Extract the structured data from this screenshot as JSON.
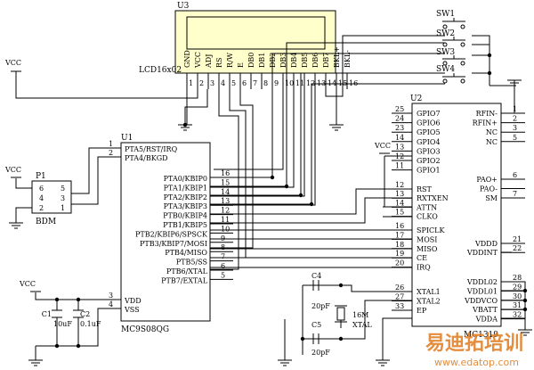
{
  "refs": {
    "u3": "U3",
    "u1": "U1",
    "u2": "U2",
    "p1": "P1",
    "c1": "C1",
    "c2": "C2",
    "c4": "C4",
    "c5": "C5",
    "sw1": "SW1",
    "sw2": "SW2",
    "sw3": "SW3",
    "sw4": "SW4"
  },
  "values": {
    "lcd": "LCD16x02",
    "u1": "MC9S08QG",
    "u2": "MC1319",
    "bdm": "BDM",
    "c1": "10uF",
    "c2": "0.1uF",
    "c4": "20pF",
    "c5": "20pF",
    "xtal_freq": "16M",
    "xtal": "XTAL"
  },
  "power": {
    "vcc": "VCC"
  },
  "lcd_pins": [
    {
      "name": "GND",
      "num": "1"
    },
    {
      "name": "VCC",
      "num": "2"
    },
    {
      "name": "ADJ",
      "num": "3"
    },
    {
      "name": "RS",
      "num": "4"
    },
    {
      "name": "R/W",
      "num": "5"
    },
    {
      "name": "E",
      "num": "6"
    },
    {
      "name": "DB0",
      "num": "7"
    },
    {
      "name": "DB1",
      "num": "8"
    },
    {
      "name": "DB2",
      "num": "9"
    },
    {
      "name": "DB3",
      "num": "10"
    },
    {
      "name": "DB4",
      "num": "11"
    },
    {
      "name": "DB5",
      "num": "12"
    },
    {
      "name": "DB6",
      "num": "13"
    },
    {
      "name": "DB7",
      "num": "14"
    },
    {
      "name": "BKL+",
      "num": "15"
    },
    {
      "name": "BKL-",
      "num": "16"
    }
  ],
  "u1_top_pins": [
    {
      "name": "PTA5/RST/IRQ",
      "num": "1"
    },
    {
      "name": "PTA4/BKGD",
      "num": "2"
    }
  ],
  "u1_right_pins": [
    {
      "name": "PTA0/KBIP0",
      "num": "16"
    },
    {
      "name": "PTA1/KBIP1",
      "num": "15"
    },
    {
      "name": "PTA2/KBIP2",
      "num": "14"
    },
    {
      "name": "PTA3/KBIP3",
      "num": "13"
    },
    {
      "name": "PTB0/KBIP4",
      "num": "12"
    },
    {
      "name": "PTB1/KBIP5",
      "num": "11"
    },
    {
      "name": "PTB2/KBIP6/SPSCK",
      "num": "10"
    },
    {
      "name": "PTB3/KBIP7/MOSI",
      "num": "9"
    },
    {
      "name": "PTB4/MISO",
      "num": "8"
    },
    {
      "name": "PTB5/SS",
      "num": "7"
    },
    {
      "name": "PTB6/XTAL",
      "num": "6"
    },
    {
      "name": "PTB7/EXTAL",
      "num": "5"
    }
  ],
  "u1_bottom_pins": [
    {
      "name": "VDD",
      "num": "3"
    },
    {
      "name": "VSS",
      "num": "4"
    }
  ],
  "p1_pins": {
    "left": [
      "6",
      "4",
      "2"
    ],
    "right": [
      "5",
      "3",
      "1"
    ]
  },
  "u2_left_top": [
    {
      "name": "GPIO7",
      "num": "25"
    },
    {
      "name": "GPIO6",
      "num": "24"
    },
    {
      "name": "GPIO5",
      "num": "23"
    },
    {
      "name": "GPIO4",
      "num": "14"
    },
    {
      "name": "GPIO3",
      "num": "13"
    },
    {
      "name": "GPIO2",
      "num": "12"
    },
    {
      "name": "GPIO1",
      "num": "11"
    }
  ],
  "u2_left_mid": [
    {
      "name": "RST",
      "num": "12"
    },
    {
      "name": "RXTXEN",
      "num": "13"
    },
    {
      "name": "ATTN",
      "num": "14"
    },
    {
      "name": "CLKO",
      "num": "15"
    }
  ],
  "u2_left_spi": [
    {
      "name": "SPICLK",
      "num": "16"
    },
    {
      "name": "MOSI",
      "num": "17"
    },
    {
      "name": "MISO",
      "num": "18"
    },
    {
      "name": "CE",
      "num": "19"
    },
    {
      "name": "IRQ",
      "num": "20"
    }
  ],
  "u2_left_bottom": [
    {
      "name": "XTAL1",
      "num": "26"
    },
    {
      "name": "XTAL2",
      "num": "27"
    },
    {
      "name": "EP",
      "num": "33"
    }
  ],
  "u2_right_top": [
    {
      "name": "RFIN-",
      "num": "1"
    },
    {
      "name": "RFIN+",
      "num": "2"
    },
    {
      "name": "NC",
      "num": "3"
    },
    {
      "name": "NC",
      "num": "5"
    }
  ],
  "u2_right_mid": [
    {
      "name": "PAO+",
      "num": "6"
    },
    {
      "name": "PAO-",
      "num": ""
    },
    {
      "name": "SM",
      "num": "7"
    }
  ],
  "u2_right_pwr": [
    {
      "name": "VDDD",
      "num": "21"
    },
    {
      "name": "VDDINT",
      "num": "22"
    }
  ],
  "u2_right_bottom": [
    {
      "name": "VDDL02",
      "num": "28"
    },
    {
      "name": "VDDL01",
      "num": "29"
    },
    {
      "name": "VDDVCO",
      "num": "30"
    },
    {
      "name": "VBATT",
      "num": "31"
    },
    {
      "name": "VDDA",
      "num": "32"
    }
  ],
  "watermark": {
    "brand": "易迪拓培训",
    "url": "www.edatop.com"
  }
}
